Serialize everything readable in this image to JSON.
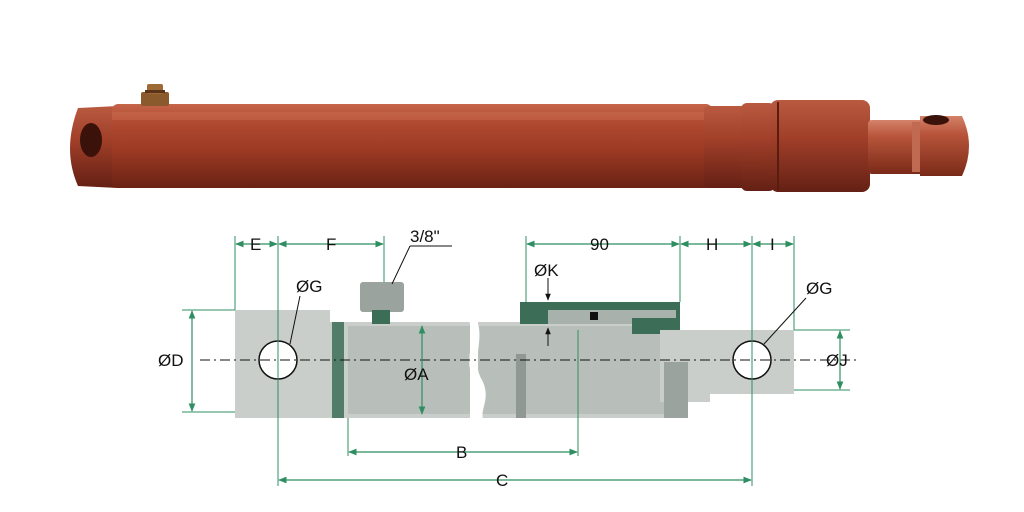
{
  "photo": {
    "name": "hydraulic-cylinder-photo",
    "colors": {
      "body": "#a9422a",
      "shadow": "#6e2416",
      "highlight": "#d27458",
      "port": "#8a5a2c"
    }
  },
  "drawing": {
    "colors": {
      "part": "#c9ceca",
      "part_dark": "#9aa39e",
      "seal": "#3c6d57",
      "dim": "#2f8f62",
      "outline": "#111111"
    },
    "labels": {
      "E": "E",
      "F": "F",
      "port": "3/8\"",
      "stroke": "90",
      "H": "H",
      "I": "I",
      "K": "ØK",
      "G_left": "ØG",
      "G_right": "ØG",
      "D": "ØD",
      "A": "ØA",
      "J": "ØJ",
      "B": "B",
      "C": "C"
    }
  }
}
